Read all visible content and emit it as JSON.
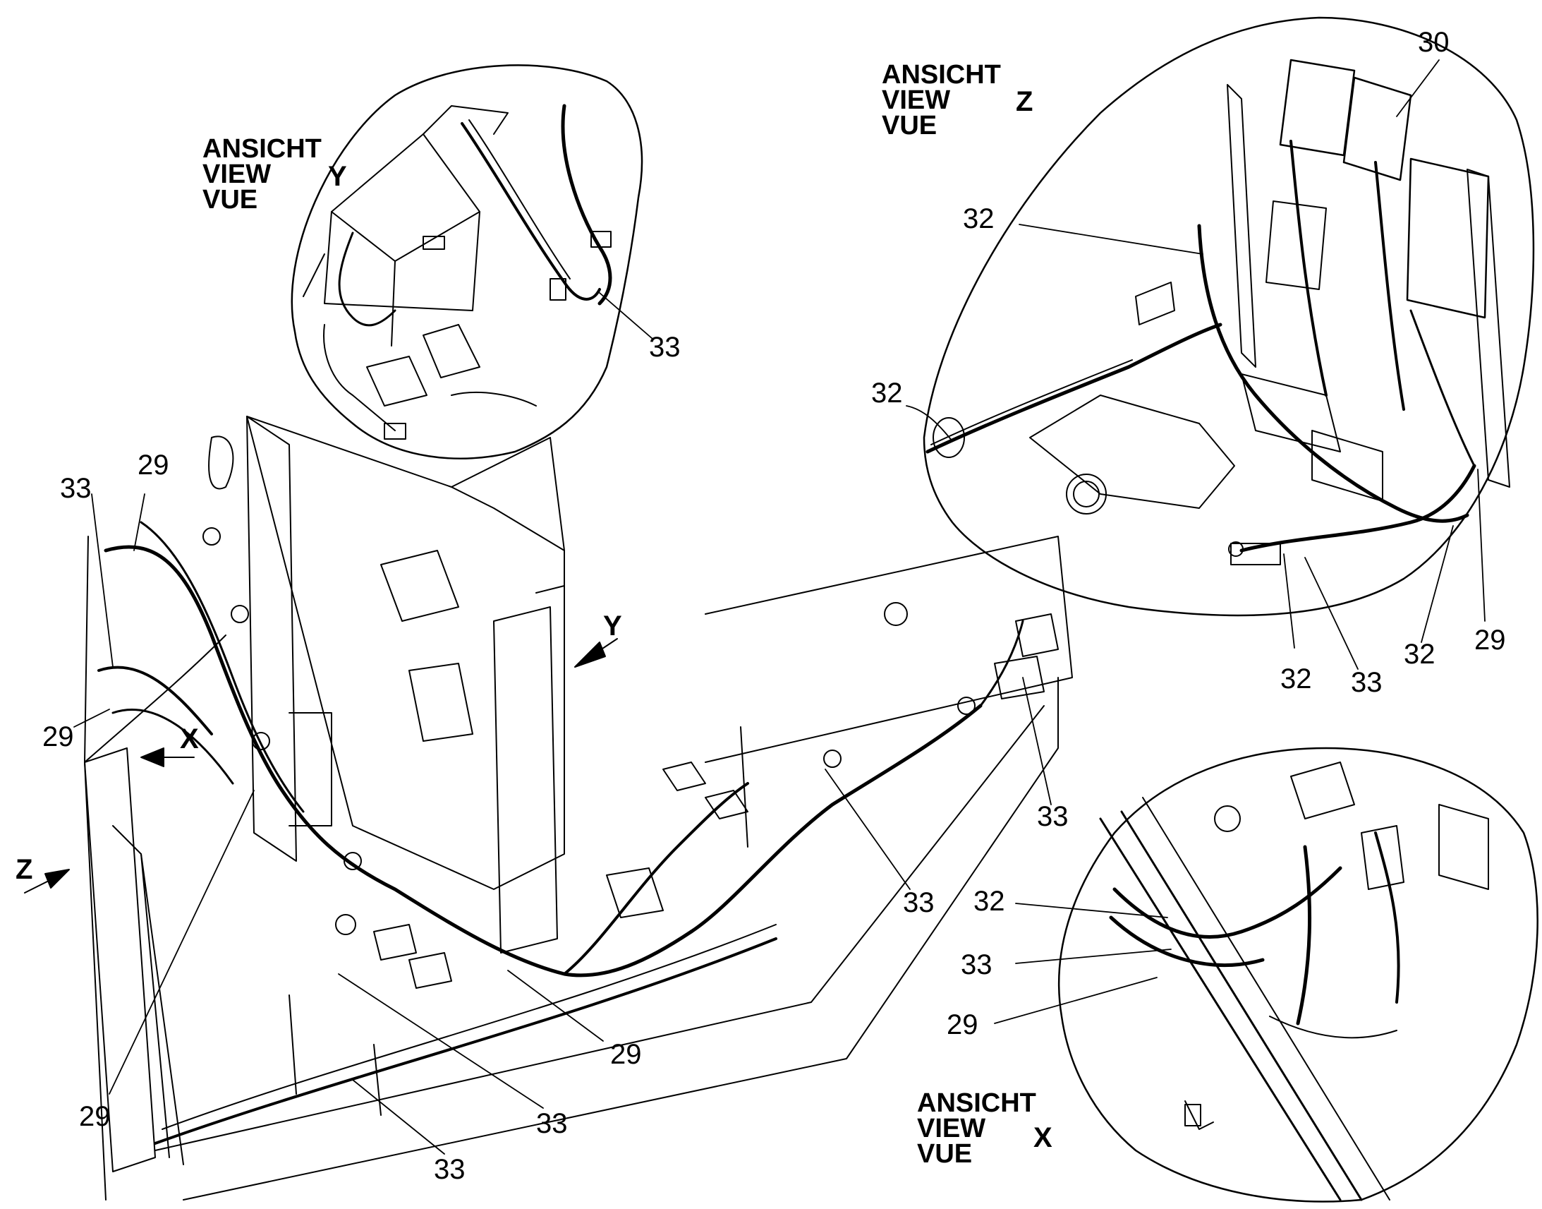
{
  "views": {
    "y": {
      "lines": [
        "ANSICHT",
        "VIEW",
        "VUE"
      ],
      "letter": "Y"
    },
    "z": {
      "lines": [
        "ANSICHT",
        "VIEW",
        "VUE"
      ],
      "letter": "Z"
    },
    "x": {
      "lines": [
        "ANSICHT",
        "VIEW",
        "VUE"
      ],
      "letter": "X"
    }
  },
  "arrows": {
    "y": "Y",
    "x": "X",
    "z": "Z"
  },
  "callouts": {
    "view_y": [
      "33"
    ],
    "view_z": [
      "30",
      "32",
      "32",
      "32",
      "33",
      "32",
      "29"
    ],
    "view_x": [
      "32",
      "33",
      "29"
    ],
    "main": [
      "33",
      "29",
      "29",
      "29",
      "29",
      "33",
      "33",
      "33",
      "33"
    ]
  }
}
